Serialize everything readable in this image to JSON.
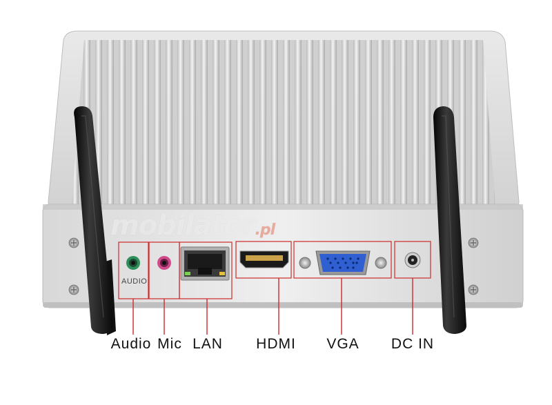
{
  "brand": {
    "watermark": "mobilator",
    "watermark_tld": ".pl"
  },
  "port_print": {
    "audio": "AUDIO"
  },
  "callouts": {
    "audio": "Audio",
    "mic": "Mic",
    "lan": "LAN",
    "hdmi": "HDMI",
    "vga": "VGA",
    "dc_in": "DC IN"
  },
  "colors": {
    "callout_line": "#cc2a2a",
    "case_silver": "#dcdcdc",
    "antenna": "#151515",
    "vga_port": "#2f5fd0",
    "audio_jack": "#2e8f5a",
    "mic_jack": "#d04a8a"
  },
  "icons": [
    "antenna-left",
    "antenna-right",
    "heatsink-fins",
    "screw-icon"
  ]
}
